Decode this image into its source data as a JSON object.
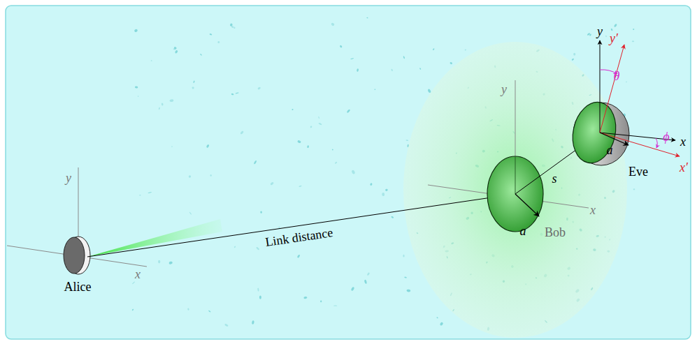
{
  "diagram": {
    "labels": [
      "y",
      "x",
      "Alice",
      "Link distance",
      "y",
      "x",
      "a",
      "Bob",
      "s",
      "y",
      "y′",
      "θ",
      "ϕ",
      "x",
      "x′",
      "a",
      "Eve"
    ]
  }
}
